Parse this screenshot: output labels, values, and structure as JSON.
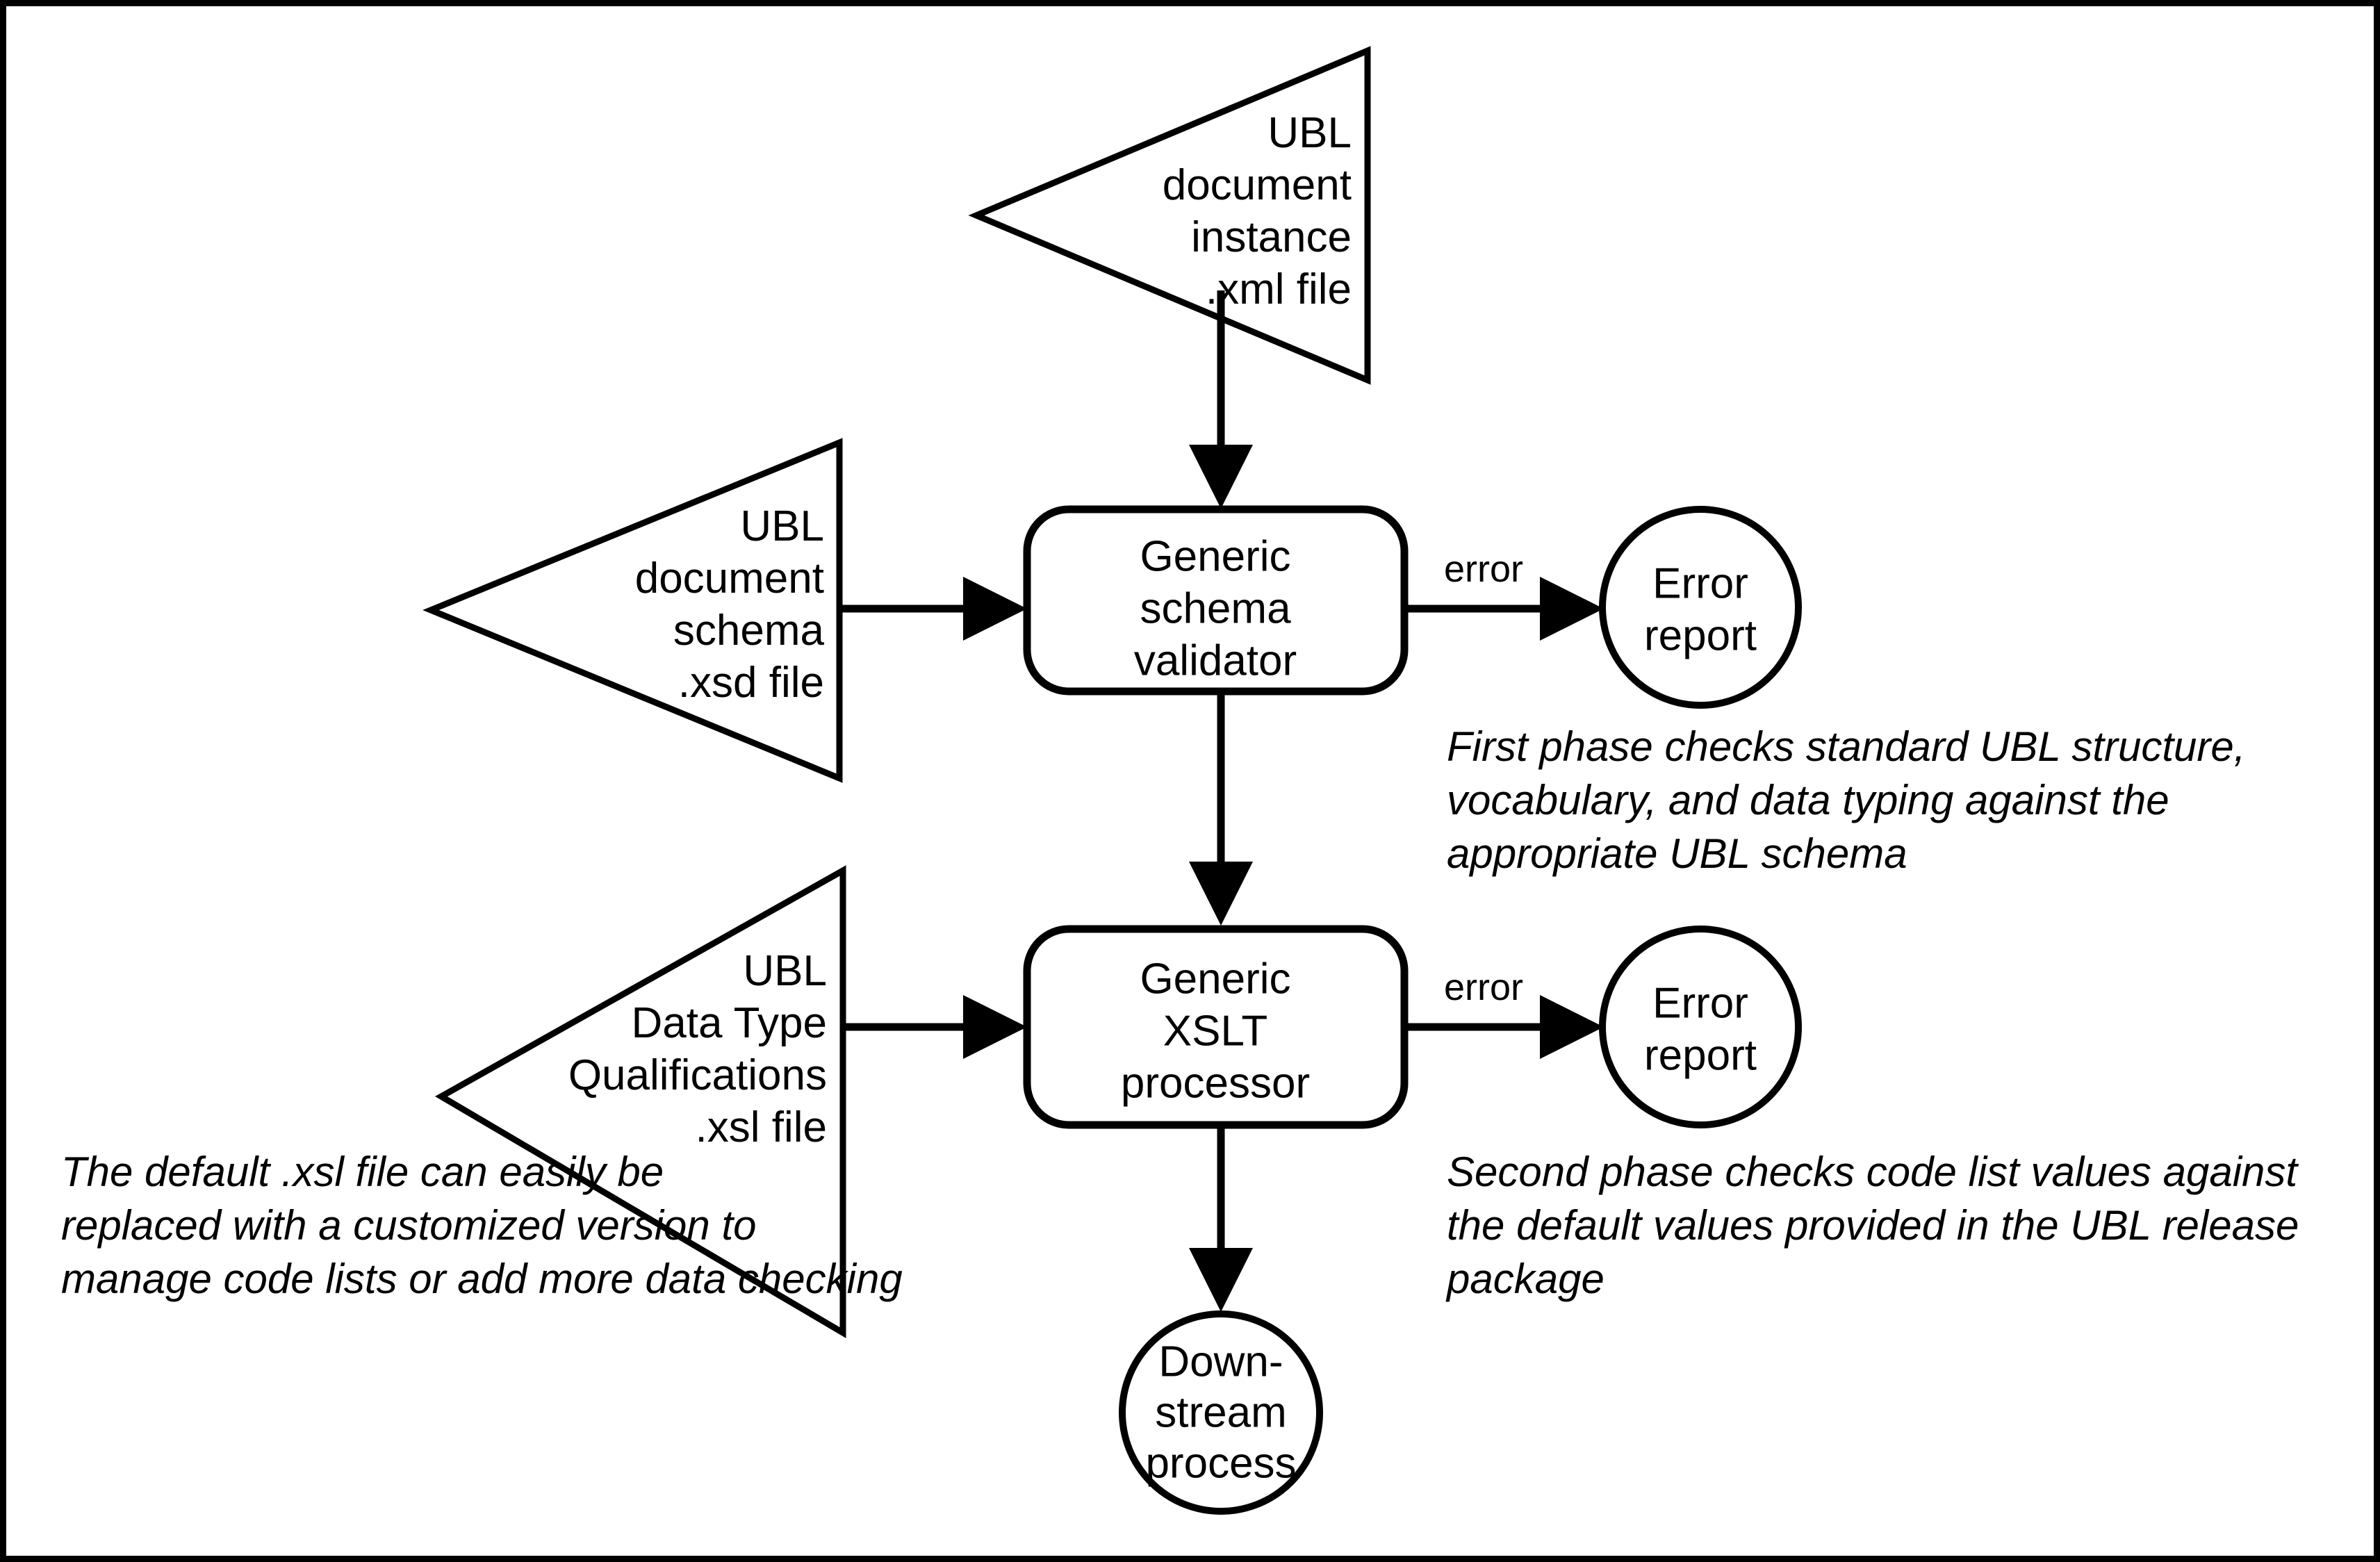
{
  "diagram": {
    "title": "UBL two-phase document validation flow",
    "colors": {
      "stroke": "#000000",
      "fill": "#ffffff",
      "background": "#ffffff"
    },
    "nodes": {
      "input_instance": {
        "shape": "triangle-left",
        "lines": [
          "UBL",
          "document",
          "instance",
          ".xml file"
        ]
      },
      "input_schema": {
        "shape": "triangle-left",
        "lines": [
          "UBL",
          "document",
          "schema",
          ".xsd file"
        ]
      },
      "input_qualifications": {
        "shape": "triangle-left",
        "lines": [
          "UBL",
          "Data Type",
          "Qualifications",
          ".xsl file"
        ]
      },
      "process_validator": {
        "shape": "rounded-rect",
        "lines": [
          "Generic",
          "schema",
          "validator"
        ]
      },
      "process_xslt": {
        "shape": "rounded-rect",
        "lines": [
          "Generic",
          "XSLT",
          "processor"
        ]
      },
      "error_report_1": {
        "shape": "circle",
        "lines": [
          "Error",
          "report"
        ]
      },
      "error_report_2": {
        "shape": "circle",
        "lines": [
          "Error",
          "report"
        ]
      },
      "downstream": {
        "shape": "circle",
        "lines": [
          "Down-",
          "stream",
          "process"
        ]
      }
    },
    "edges": {
      "instance_to_validator": {
        "label": ""
      },
      "schema_to_validator": {
        "label": ""
      },
      "validator_to_error": {
        "label": "error"
      },
      "validator_to_xslt": {
        "label": ""
      },
      "qualifications_to_xslt": {
        "label": ""
      },
      "xslt_to_error": {
        "label": "error"
      },
      "xslt_to_downstream": {
        "label": ""
      }
    },
    "captions": {
      "first_phase": [
        "First phase checks standard UBL structure,",
        "vocabulary, and data typing against the",
        "appropriate UBL schema"
      ],
      "second_phase": [
        "Second phase checks code list values against",
        "the default values provided in the UBL release",
        "package"
      ],
      "xsl_note": [
        "The default .xsl file can easily be",
        "replaced with a customized version to",
        "manage code lists or add more data checking"
      ]
    }
  }
}
